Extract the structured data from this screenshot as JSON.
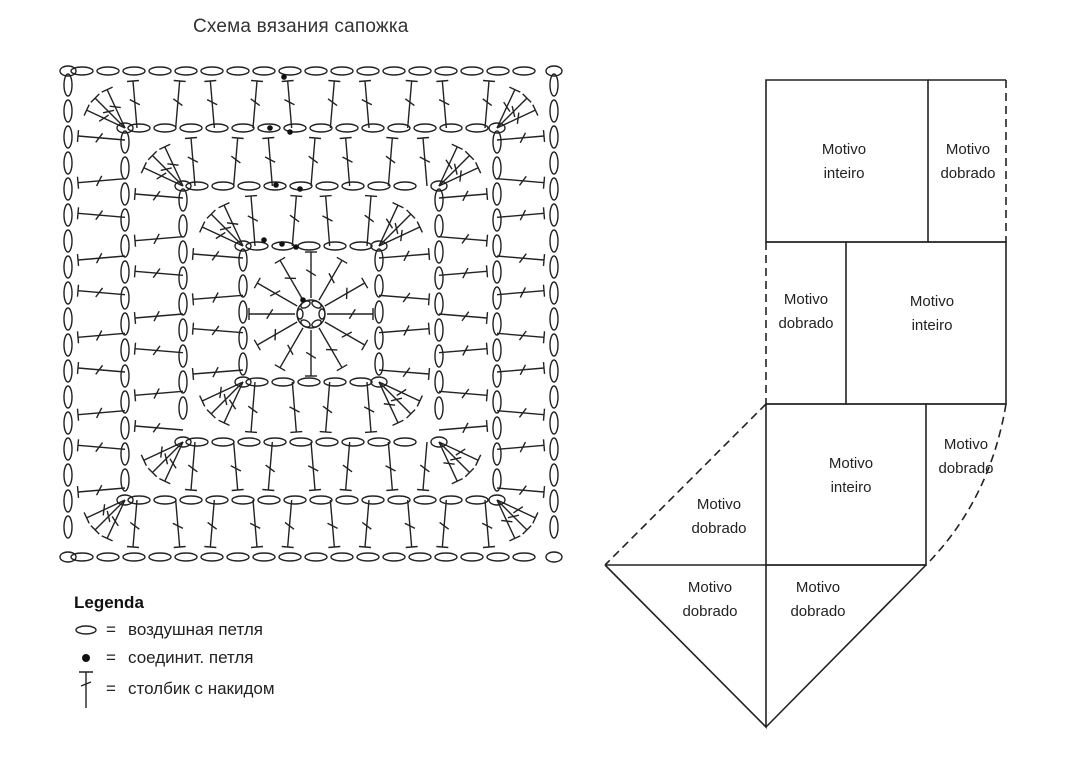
{
  "diagram": {
    "title": "Схема вязания сапожка",
    "legend": {
      "heading": "Legenda",
      "items": [
        {
          "symbol": "chain-stitch-icon",
          "label": "воздушная петля"
        },
        {
          "symbol": "slip-stitch-icon",
          "label": "соединит. петля"
        },
        {
          "symbol": "double-crochet-icon",
          "label": "столбик с накидом"
        }
      ],
      "equals": "="
    },
    "plan": {
      "labels": [
        {
          "id": "top-left",
          "line1": "Motivo",
          "line2": "inteiro"
        },
        {
          "id": "top-right",
          "line1": "Motivo",
          "line2": "dobrado"
        },
        {
          "id": "mid-left",
          "line1": "Motivo",
          "line2": "dobrado"
        },
        {
          "id": "mid-right",
          "line1": "Motivo",
          "line2": "inteiro"
        },
        {
          "id": "low-center",
          "line1": "Motivo",
          "line2": "inteiro"
        },
        {
          "id": "low-right",
          "line1": "Motivo",
          "line2": "dobrado"
        },
        {
          "id": "low-left",
          "line1": "Motivo",
          "line2": "dobrado"
        },
        {
          "id": "bottom-left",
          "line1": "Motivo",
          "line2": "dobrado"
        },
        {
          "id": "bottom-right",
          "line1": "Motivo",
          "line2": "dobrado"
        }
      ]
    }
  }
}
